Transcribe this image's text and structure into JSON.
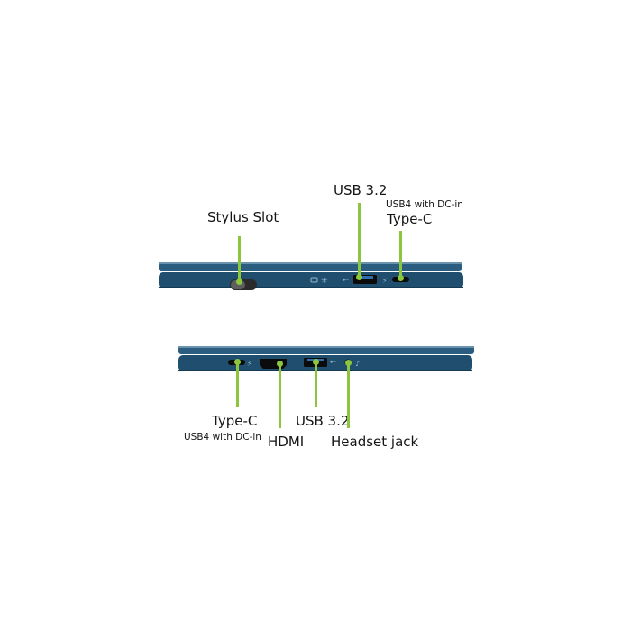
{
  "top_view": {
    "stylus_slot": "Stylus Slot",
    "usb32": "USB 3.2",
    "typec_sub": "USB4 with DC-in",
    "typec": "Type-C"
  },
  "bottom_view": {
    "typec": "Type-C",
    "typec_sub": "USB4 with DC-in",
    "hdmi": "HDMI",
    "usb32": "USB 3.2",
    "headset": "Headset jack"
  },
  "colors": {
    "chassis": "#1f4e6e",
    "chassis_dark": "#153a55",
    "accent": "#8cc63f"
  }
}
